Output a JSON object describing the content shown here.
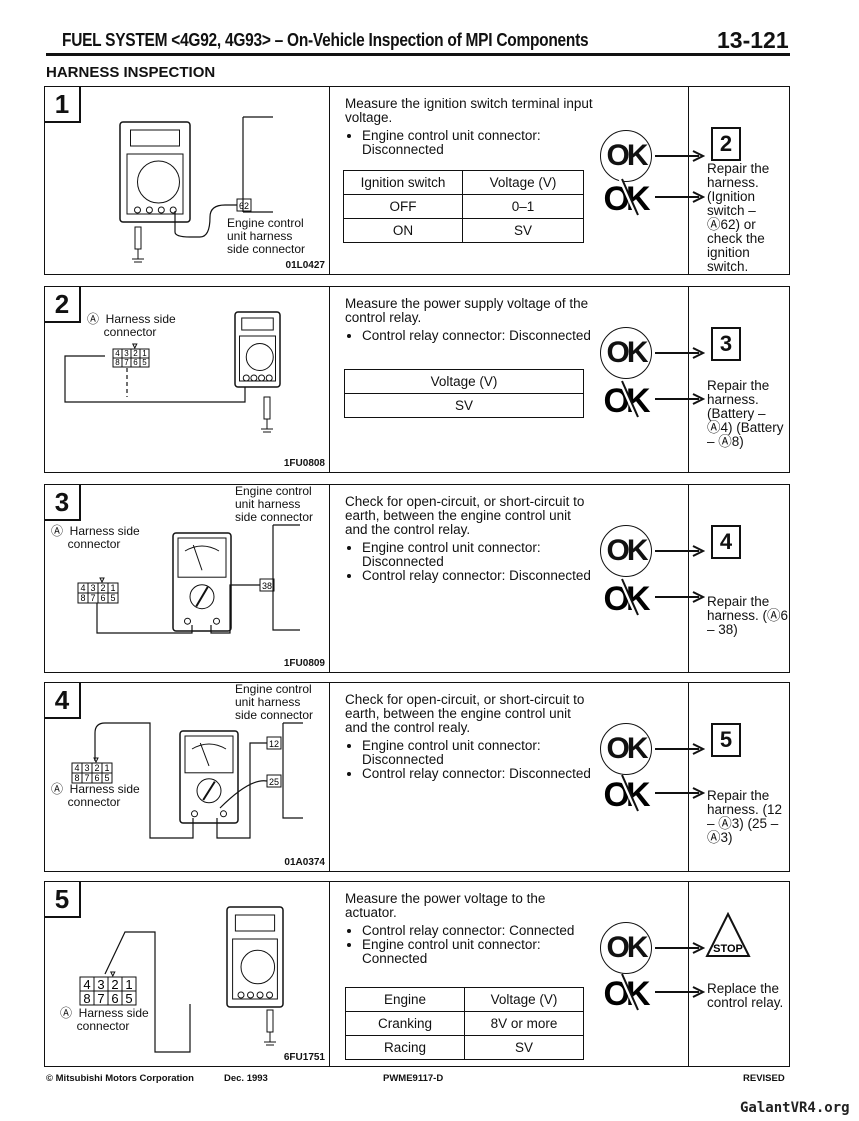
{
  "header": {
    "title": "FUEL SYSTEM <4G92, 4G93> – On-Vehicle Inspection of MPI Components",
    "page_number": "13-121"
  },
  "section_title": "HARNESS INSPECTION",
  "steps": [
    {
      "number": "1",
      "diagram": {
        "type": "digital",
        "labels": [
          "Engine control\nunit harness\nside connector"
        ],
        "terminals": [
          "62"
        ],
        "code": "01L0427"
      },
      "instruction": "Measure the ignition switch terminal input voltage.",
      "bullets": [
        "Engine control unit connector: Disconnected"
      ],
      "table": [
        [
          "Ignition switch",
          "Voltage (V)"
        ],
        [
          "OFF",
          "0–1"
        ],
        [
          "ON",
          "SV"
        ]
      ],
      "ok_label": "OK",
      "ok_target": "2",
      "repair": "Repair the harness. (Ignition switch – Ⓐ62) or check the ignition switch."
    },
    {
      "number": "2",
      "diagram": {
        "type": "digital-relay",
        "labels": [
          "Ⓐ  Harness side\n     connector"
        ],
        "terminals": [],
        "code": "1FU0808"
      },
      "instruction": "Measure the power supply voltage of the control relay.",
      "bullets": [
        "Control relay connector: Disconnected"
      ],
      "table": [
        [
          "Voltage (V)"
        ],
        [
          "SV"
        ]
      ],
      "ok_label": "OK",
      "ok_target": "3",
      "repair": "Repair the harness. (Battery – Ⓐ4) (Battery – Ⓐ8)"
    },
    {
      "number": "3",
      "diagram": {
        "type": "analog",
        "labels": [
          "Engine control\nunit harness\nside connector",
          "Ⓐ  Harness side\n     connector"
        ],
        "terminals": [
          "38"
        ],
        "code": "1FU0809"
      },
      "instruction": "Check for open-circuit, or short-circuit to earth, between the engine control unit and the control relay.",
      "bullets": [
        "Engine control unit connector: Disconnected",
        "Control relay connector: Disconnected"
      ],
      "table": null,
      "ok_label": "OK",
      "ok_target": "4",
      "repair": "Repair the harness. (Ⓐ6 – 38)"
    },
    {
      "number": "4",
      "diagram": {
        "type": "analog2",
        "labels": [
          "Engine control\nunit harness\nside connector",
          "Ⓐ  Harness side\n     connector"
        ],
        "terminals": [
          "12",
          "25"
        ],
        "code": "01A0374"
      },
      "instruction": "Check for open-circuit, or short-circuit to earth, between the engine control unit and the control realy.",
      "bullets": [
        "Engine control unit connector: Disconnected",
        "Control relay connector: Disconnected"
      ],
      "table": null,
      "ok_label": "OK",
      "ok_target": "5",
      "repair": "Repair the harness. (12 – Ⓐ3) (25 – Ⓐ3)"
    },
    {
      "number": "5",
      "diagram": {
        "type": "digital-act",
        "labels": [
          "Ⓐ  Harness side\n     connector"
        ],
        "terminals": [],
        "code": "6FU1751"
      },
      "instruction": "Measure the power voltage to the actuator.",
      "bullets": [
        "Control relay connector: Connected",
        "Engine control unit connector: Connected"
      ],
      "table": [
        [
          "Engine",
          "Voltage (V)"
        ],
        [
          "Cranking",
          "8V or more"
        ],
        [
          "Racing",
          "SV"
        ]
      ],
      "ok_label": "OK",
      "ok_target": "STOP",
      "repair": "Replace the control relay."
    }
  ],
  "connector_pins": [
    [
      "4",
      "3",
      "2",
      "1"
    ],
    [
      "8",
      "7",
      "6",
      "5"
    ]
  ],
  "footer": {
    "copyright": "© Mitsubishi Motors Corporation",
    "date": "Dec. 1993",
    "doc_code": "PWME9117-D",
    "status": "REVISED"
  },
  "watermark": "GalantVR4.org"
}
